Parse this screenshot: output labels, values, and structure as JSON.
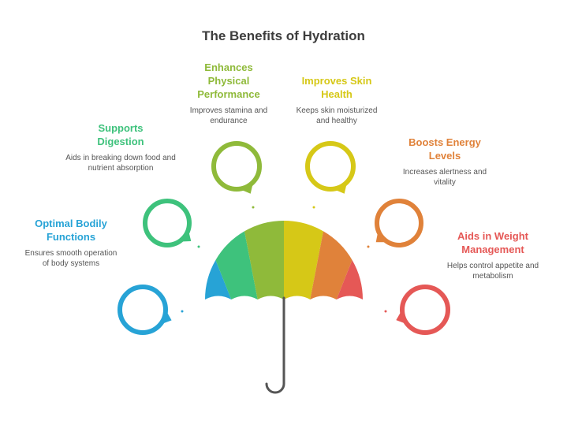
{
  "title": "The Benefits of Hydration",
  "benefits": [
    {
      "heading": "Optimal Bodily Functions",
      "description": "Ensures smooth operation of body systems",
      "color": "#27a3d6"
    },
    {
      "heading": "Supports Digestion",
      "description": "Aids in breaking down food and nutrient absorption",
      "color": "#3ec27c"
    },
    {
      "heading": "Enhances Physical Performance",
      "description": "Improves stamina and endurance",
      "color": "#8fba3a"
    },
    {
      "heading": "Improves Skin Health",
      "description": "Keeps skin moisturized and healthy",
      "color": "#d6c817"
    },
    {
      "heading": "Boosts Energy Levels",
      "description": "Increases alertness and vitality",
      "color": "#e0823a"
    },
    {
      "heading": "Aids in Weight Management",
      "description": "Helps control appetite and metabolism",
      "color": "#e55856"
    }
  ],
  "umbrella": {
    "panel_colors": [
      "#27a3d6",
      "#3ec27c",
      "#8fba3a",
      "#d6c817",
      "#e0823a",
      "#e55856"
    ],
    "handle_color": "#555555"
  }
}
